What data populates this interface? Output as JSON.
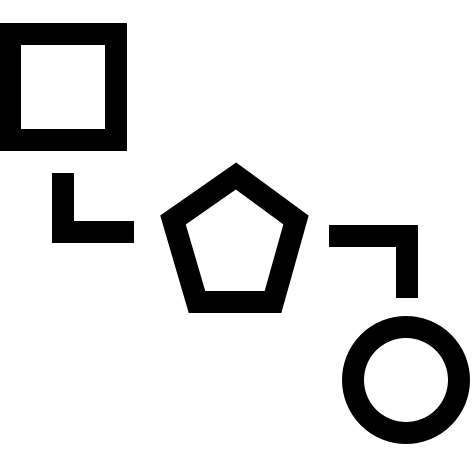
{
  "icon": {
    "name": "flowchart-shapes-icon",
    "color": "#000000",
    "background": "#ffffff",
    "shapes": [
      "square",
      "connector-corner",
      "pentagon",
      "connector-corner",
      "circle"
    ]
  }
}
